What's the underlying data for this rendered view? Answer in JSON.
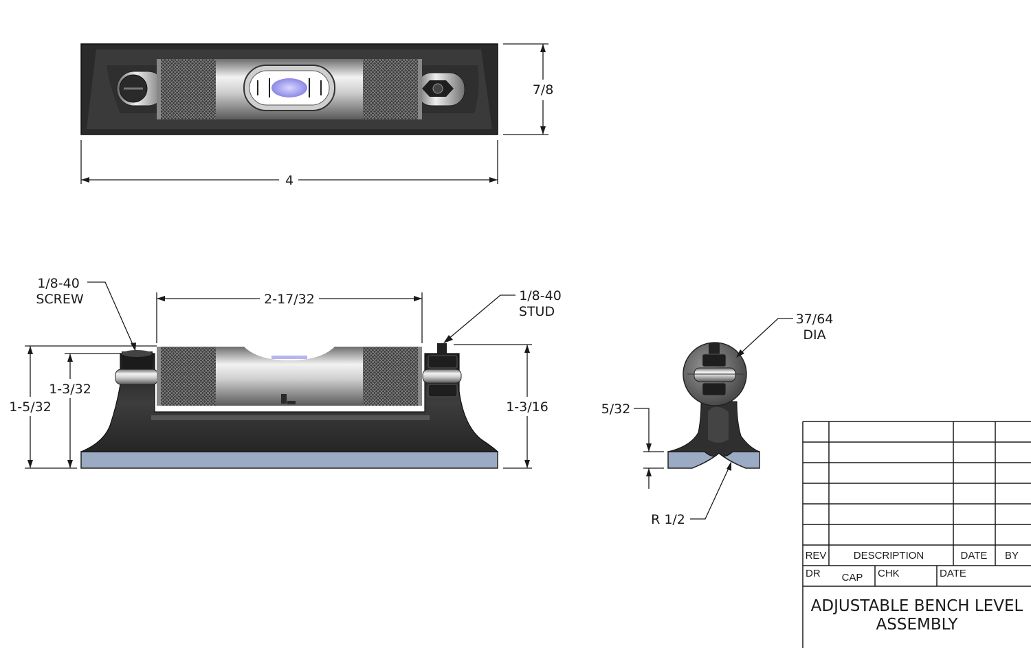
{
  "dimensions": {
    "top_height": "7/8",
    "top_length": "4",
    "screw_label_1": "1/8-40",
    "screw_label_2": "SCREW",
    "tube_length": "2-17/32",
    "stud_label_1": "1/8-40",
    "stud_label_2": "STUD",
    "height_inner": "1-3/32",
    "height_outer": "1-5/32",
    "height_right": "1-3/16",
    "dia_label_1": "37/64",
    "dia_label_2": "DIA",
    "base_thickness": "5/32",
    "radius": "R 1/2"
  },
  "title_block": {
    "rev": "REV",
    "description": "DESCRIPTION",
    "date": "DATE",
    "by": "BY",
    "dr": "DR",
    "dr_value": "CAP",
    "chk": "CHK",
    "date2": "DATE",
    "title_line1": "ADJUSTABLE BENCH LEVEL",
    "title_line2": "ASSEMBLY"
  },
  "colors": {
    "body_dark": "#2e2e2e",
    "base_blue": "#9aabc3",
    "vial_bubble": "#8c88e6"
  }
}
